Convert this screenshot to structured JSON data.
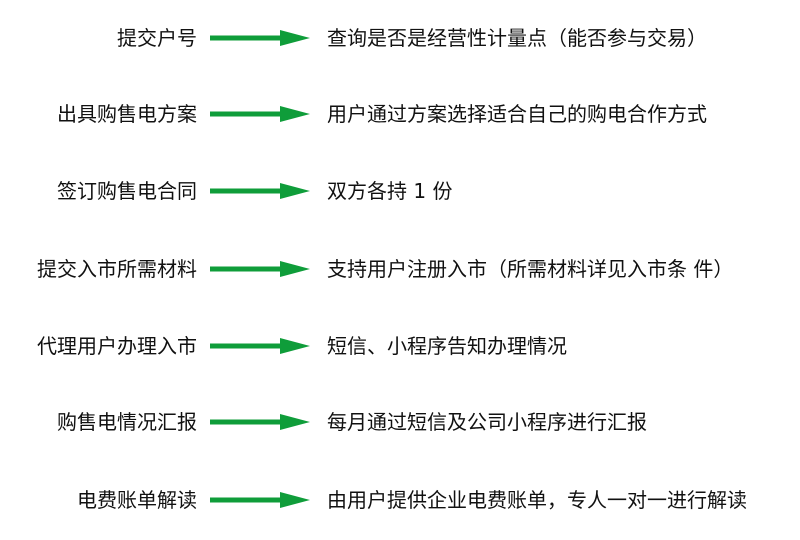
{
  "colors": {
    "arrow": "#0f9d3a",
    "text": "#111111",
    "background": "#ffffff"
  },
  "steps": [
    {
      "label": "提交户号",
      "description": "查询是否是经营性计量点（能否参与交易）"
    },
    {
      "label": "出具购售电方案",
      "description": "用户通过方案选择适合自己的购电合作方式"
    },
    {
      "label": "签订购售电合同",
      "description": "双方各持 1 份"
    },
    {
      "label": "提交入市所需材料",
      "description": "支持用户注册入市（所需材料详见入市条 件）"
    },
    {
      "label": "代理用户办理入市",
      "description": "短信、小程序告知办理情况"
    },
    {
      "label": "购售电情况汇报",
      "description": "每月通过短信及公司小程序进行汇报"
    },
    {
      "label": "电费账单解读",
      "description": "由用户提供企业电费账单，专人一对一进行解读"
    }
  ]
}
